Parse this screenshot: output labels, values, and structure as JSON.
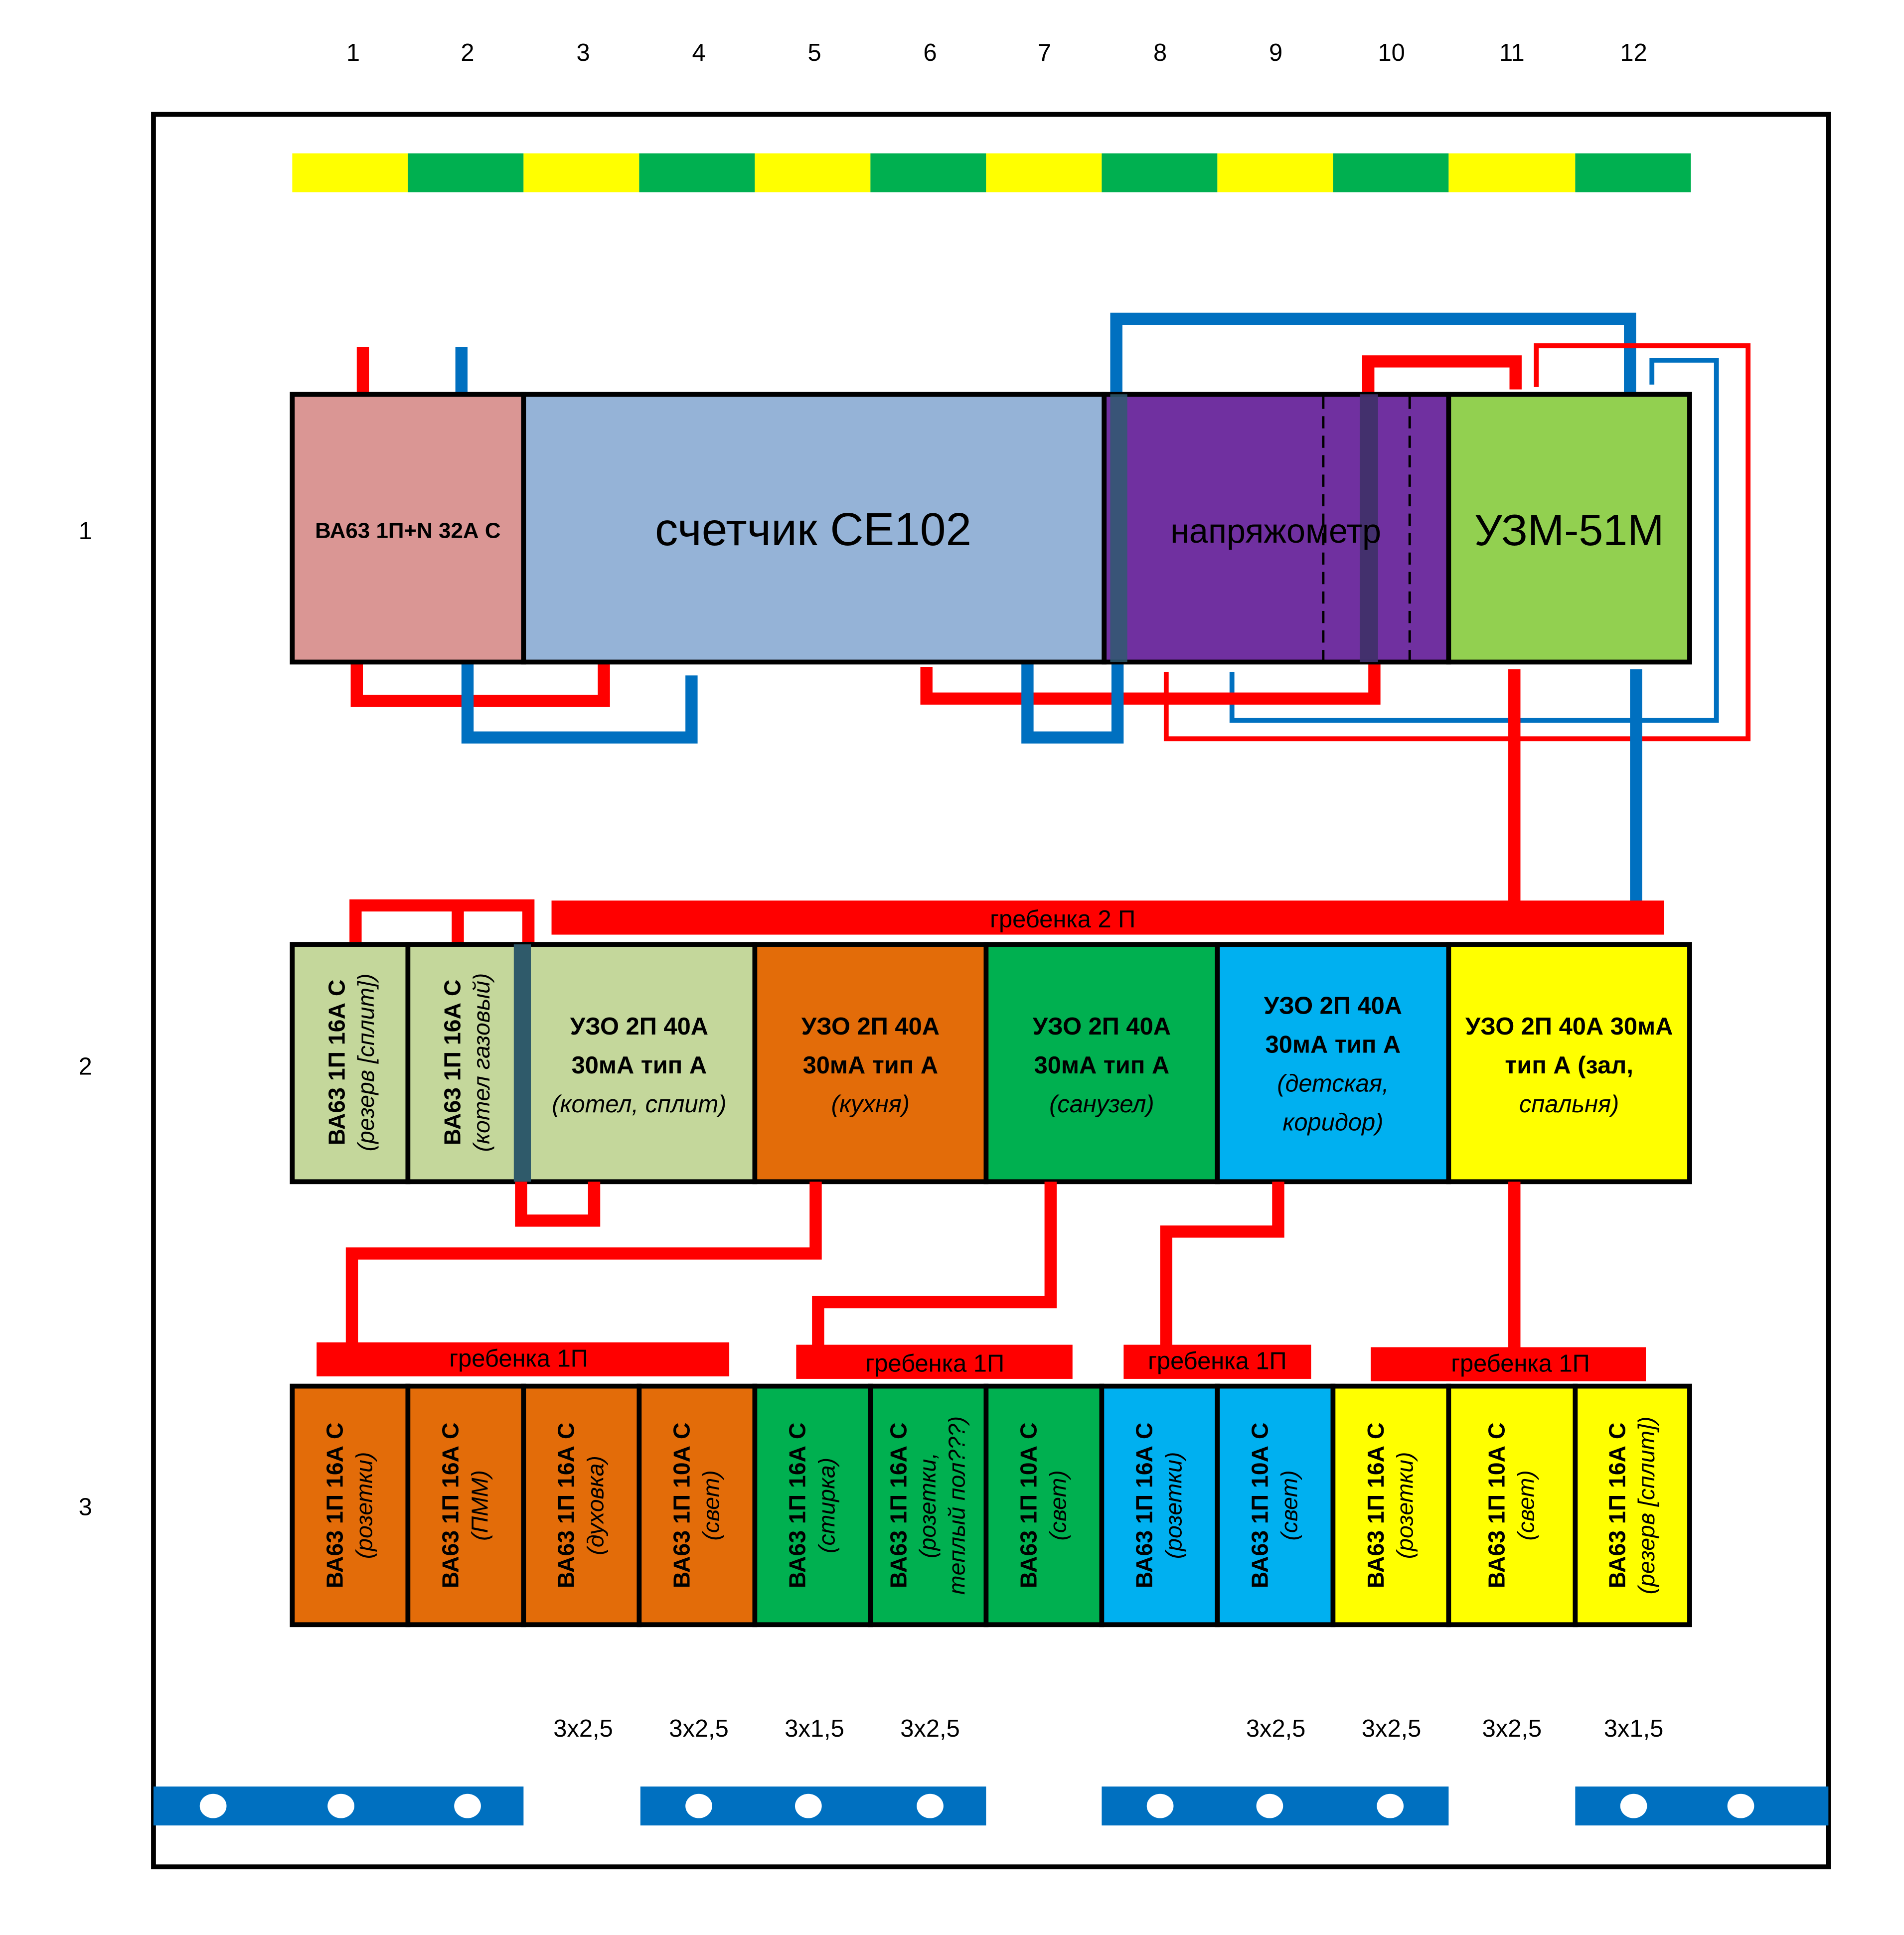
{
  "column_numbers": [
    "1",
    "2",
    "3",
    "4",
    "5",
    "6",
    "7",
    "8",
    "9",
    "10",
    "11",
    "12"
  ],
  "row_numbers": [
    "1",
    "2",
    "3"
  ],
  "row1": {
    "breaker_main": "ВА63 1П+N 32А С",
    "meter": "счетчик СЕ102",
    "voltmeter": "напряжометр",
    "relay": "УЗМ-51М"
  },
  "comb_labels": {
    "two_pole": "гребенка 2 П",
    "one_pole": "гребенка 1П"
  },
  "row2": {
    "breaker_split": {
      "line1": "ВА63 1П 16А С",
      "line2": "(резерв [сплит])"
    },
    "breaker_boiler": {
      "line1": "ВА63 1П 16А С",
      "line2": "(котел газовый)"
    },
    "rcd": [
      {
        "lines": [
          "УЗО 2П 40А",
          "30мА тип А",
          "(котел, сплит)"
        ],
        "color": "#c4d79b"
      },
      {
        "lines": [
          "УЗО 2П 40А",
          "30мА тип А",
          "(кухня)"
        ],
        "color": "#e36c09"
      },
      {
        "lines": [
          "УЗО 2П 40А",
          "30мА тип А",
          "(санузел)"
        ],
        "color": "#00b050"
      },
      {
        "lines": [
          "УЗО 2П 40А",
          "30мА тип А",
          "(детская,",
          "коридор)"
        ],
        "color": "#00b0f0"
      },
      {
        "lines": [
          "УЗО 2П 40А 30мА",
          "тип А (зал,",
          "спальня)"
        ],
        "color": "#ffff00"
      }
    ]
  },
  "row3": [
    {
      "line1": "ВА63 1П 16А С",
      "line2": "(розетки)",
      "color": "#e36c09"
    },
    {
      "line1": "ВА63 1П 16А С",
      "line2": "(ПММ)",
      "color": "#e36c09"
    },
    {
      "line1": "ВА63 1П 16А С",
      "line2": "(духовка)",
      "color": "#e36c09"
    },
    {
      "line1": "ВА63 1П 10А С",
      "line2": "(свет)",
      "color": "#e36c09"
    },
    {
      "line1": "ВА63 1П 16А С",
      "line2": "(стирка)",
      "color": "#00b050"
    },
    {
      "line1": "ВА63 1П 16А С",
      "line2": "(розетки,",
      "line3": "теплый пол???)",
      "color": "#00b050"
    },
    {
      "line1": "ВА63 1П 10А С",
      "line2": "(свет)",
      "color": "#00b050"
    },
    {
      "line1": "ВА63 1П 16А С",
      "line2": "(розетки)",
      "color": "#00b0f0"
    },
    {
      "line1": "ВА63 1П 10А С",
      "line2": "(свет)",
      "color": "#00b0f0"
    },
    {
      "line1": "ВА63 1П 16А С",
      "line2": "(розетки)",
      "color": "#ffff00"
    },
    {
      "line1": "ВА63 1П 10А С",
      "line2": "(свет)",
      "color": "#ffff00"
    },
    {
      "line1": "ВА63 1П 16А С",
      "line2": "(резерв [сплит])",
      "color": "#ffff00"
    }
  ],
  "cable_sizes": [
    {
      "column": 3,
      "label": "3х2,5"
    },
    {
      "column": 4,
      "label": "3х2,5"
    },
    {
      "column": 5,
      "label": "3х1,5"
    },
    {
      "column": 6,
      "label": "3х2,5"
    },
    {
      "column": 9,
      "label": "3х2,5"
    },
    {
      "column": 10,
      "label": "3х2,5"
    },
    {
      "column": 11,
      "label": "3х2,5"
    },
    {
      "column": 12,
      "label": "3х1,5"
    }
  ],
  "colors": {
    "phase_wire": "#ff0000",
    "neutral_wire": "#0070c0",
    "earth_yellow": "#ffff00",
    "earth_green": "#00b050",
    "breaker_main": "#da9694",
    "meter": "#95b3d7",
    "voltmeter": "#7030a0",
    "relay": "#92d050",
    "breaker_light": "#c4d79b"
  }
}
